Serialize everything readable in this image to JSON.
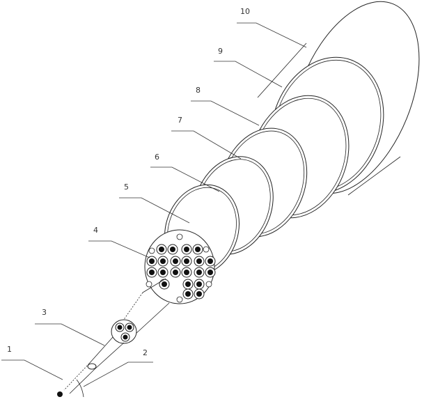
{
  "figure": {
    "kind": "exploded cable cross-section drawing",
    "line_color": "#222222",
    "background": "#ffffff",
    "callouts": [
      {
        "id": "1",
        "label": "1",
        "target": "central conductor"
      },
      {
        "id": "2",
        "label": "2",
        "target": "inner layer"
      },
      {
        "id": "3",
        "label": "3",
        "target": "three-core bundle"
      },
      {
        "id": "4",
        "label": "4",
        "target": "multi-core bundle"
      },
      {
        "id": "5",
        "label": "5",
        "target": "layer 5"
      },
      {
        "id": "6",
        "label": "6",
        "target": "layer 6"
      },
      {
        "id": "7",
        "label": "7",
        "target": "layer 7"
      },
      {
        "id": "8",
        "label": "8",
        "target": "layer 8"
      },
      {
        "id": "9",
        "label": "9",
        "target": "layer 9"
      },
      {
        "id": "10",
        "label": "10",
        "target": "outer sheath"
      }
    ]
  }
}
